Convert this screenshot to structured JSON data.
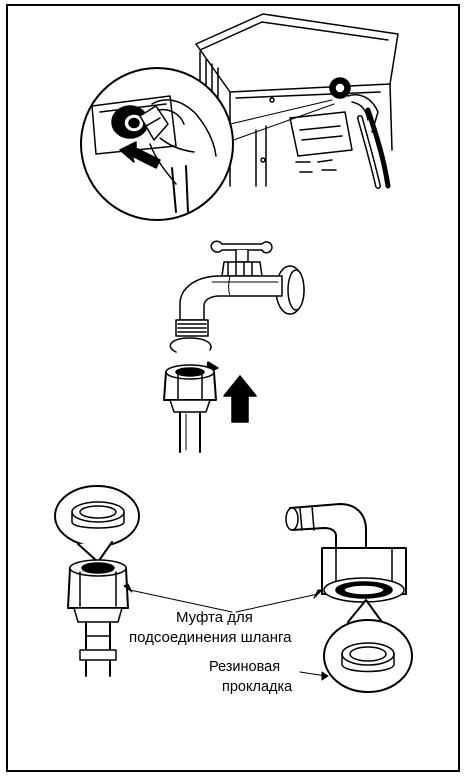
{
  "labels": {
    "coupling_line1": "Муфта для",
    "coupling_line2": "подсоединения шланга",
    "gasket_line1": "Резиновая",
    "gasket_line2": "прокладка"
  },
  "colors": {
    "ink": "#000000",
    "paper": "#ffffff"
  }
}
